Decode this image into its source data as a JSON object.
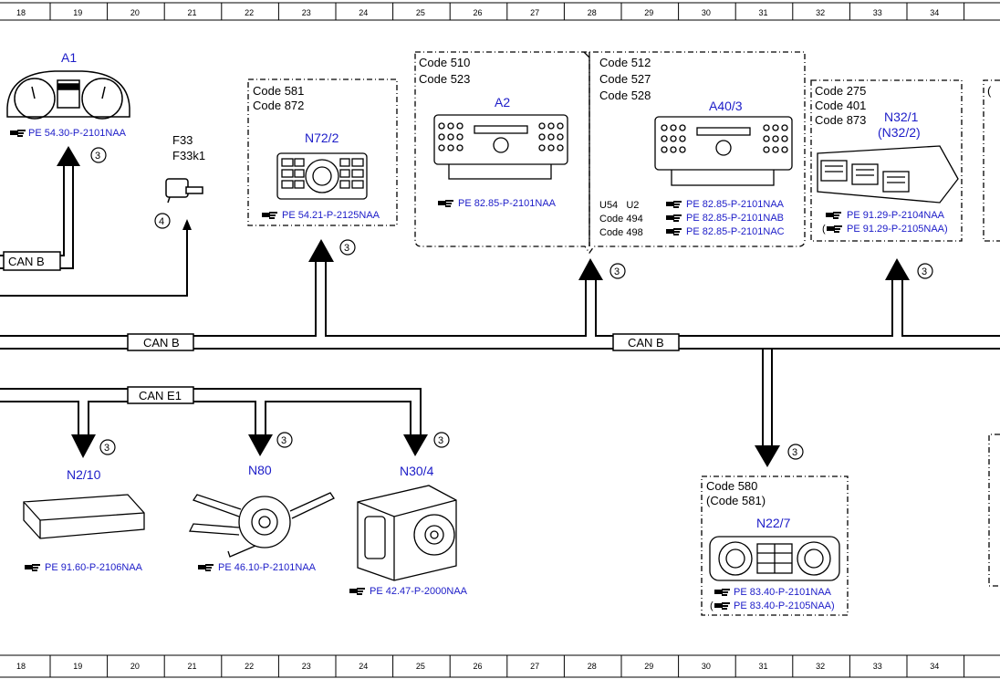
{
  "ruler": {
    "numbers": [
      "18",
      "19",
      "20",
      "21",
      "22",
      "23",
      "24",
      "25",
      "26",
      "27",
      "28",
      "29",
      "30",
      "31",
      "32",
      "33",
      "34"
    ]
  },
  "buses": {
    "can_b": "CAN B",
    "can_e1": "CAN E1"
  },
  "connector_marker": "3",
  "f33_marker": "4",
  "components": {
    "a1": {
      "name": "A1",
      "ref": "PE 54.30-P-2101NAA"
    },
    "f33": {
      "line1": "F33",
      "line2": "F33k1"
    },
    "n72_2": {
      "code1": "Code 581",
      "code2": "Code 872",
      "name": "N72/2",
      "ref": "PE 54.21-P-2125NAA"
    },
    "a2": {
      "code1": "Code 510",
      "code2": "Code 523",
      "name": "A2",
      "ref": "PE 82.85-P-2101NAA"
    },
    "a40_3": {
      "code1": "Code 512",
      "code2": "Code 527",
      "code3": "Code 528",
      "name": "A40/3",
      "rows": [
        {
          "left": "U54   U2",
          "ref": "PE 82.85-P-2101NAA"
        },
        {
          "left": "Code 494",
          "ref": "PE 82.85-P-2101NAB"
        },
        {
          "left": "Code 498",
          "ref": "PE 82.85-P-2101NAC"
        }
      ]
    },
    "n32_1": {
      "code1": "Code 275",
      "code2": "Code 401",
      "code3": "Code 873",
      "name": "N32/1",
      "name2": "(N32/2)",
      "ref1": "PE 91.29-P-2104NAA",
      "ref2_open": "(",
      "ref2": "PE 91.29-P-2105NAA)"
    },
    "n2_10": {
      "name": "N2/10",
      "ref": "PE 91.60-P-2106NAA"
    },
    "n80": {
      "name": "N80",
      "ref": "PE 46.10-P-2101NAA"
    },
    "n30_4": {
      "name": "N30/4",
      "ref": "PE 42.47-P-2000NAA"
    },
    "n22_7": {
      "code1": "Code 580",
      "code2": "(Code 581)",
      "name": "N22/7",
      "ref1": "PE 83.40-P-2101NAA",
      "ref2_open": "(",
      "ref2": "PE 83.40-P-2105NAA)"
    }
  }
}
